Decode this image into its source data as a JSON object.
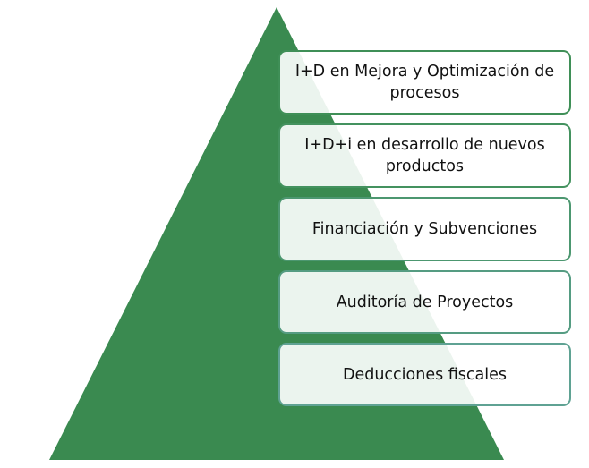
{
  "pyramid": {
    "fill_color": "#3a8a50",
    "levels": [
      {
        "label": "I+D en Mejora y Optimización de procesos",
        "border": "#3f8f57"
      },
      {
        "label": "I+D+i en desarrollo de nuevos productos",
        "border": "#44925f"
      },
      {
        "label": "Financiación y Subvenciones",
        "border": "#4c9770"
      },
      {
        "label": "Auditoría de Proyectos",
        "border": "#559c82"
      },
      {
        "label": "Deducciones fiscales",
        "border": "#5fa293"
      }
    ]
  }
}
